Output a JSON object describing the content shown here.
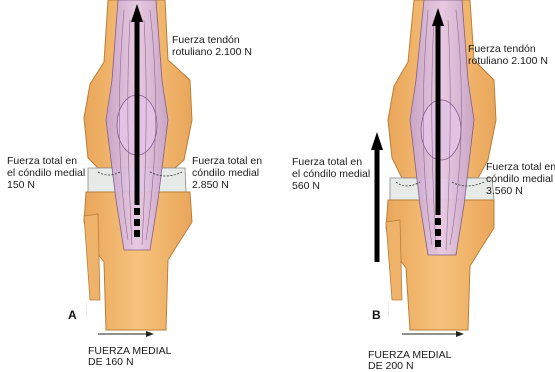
{
  "panels": [
    {
      "letter": "A",
      "tendon_label": [
        "Fuerza tendón",
        "rotuliano 2.100 N"
      ],
      "left_condyle_label": [
        "Fuerza total en",
        "el cóndilo medial",
        "150 N"
      ],
      "right_condyle_label": [
        "Fuerza total en",
        "cóndilo medial",
        "2.850 N"
      ],
      "medial_force_label": [
        "FUERZA MEDIAL",
        "DE 160 N"
      ]
    },
    {
      "letter": "B",
      "tendon_label": [
        "Fuerza tendón",
        "rotuliano 2.100 N"
      ],
      "left_condyle_label": [
        "Fuerza total en",
        "el cóndilo medial",
        "560 N"
      ],
      "right_condyle_label": [
        "Fuerza total en",
        "cóndilo medial",
        "3.560 N"
      ],
      "medial_force_label": [
        "FUERZA MEDIAL",
        "DE 200 N"
      ]
    }
  ],
  "colors": {
    "bone": "#f0b86a",
    "bone_edge": "#b97f3a",
    "ligament": "#d8b6d8",
    "ligament_edge": "#7d5a86",
    "cartilage": "#e4e8e6",
    "arrow": "#000000"
  }
}
